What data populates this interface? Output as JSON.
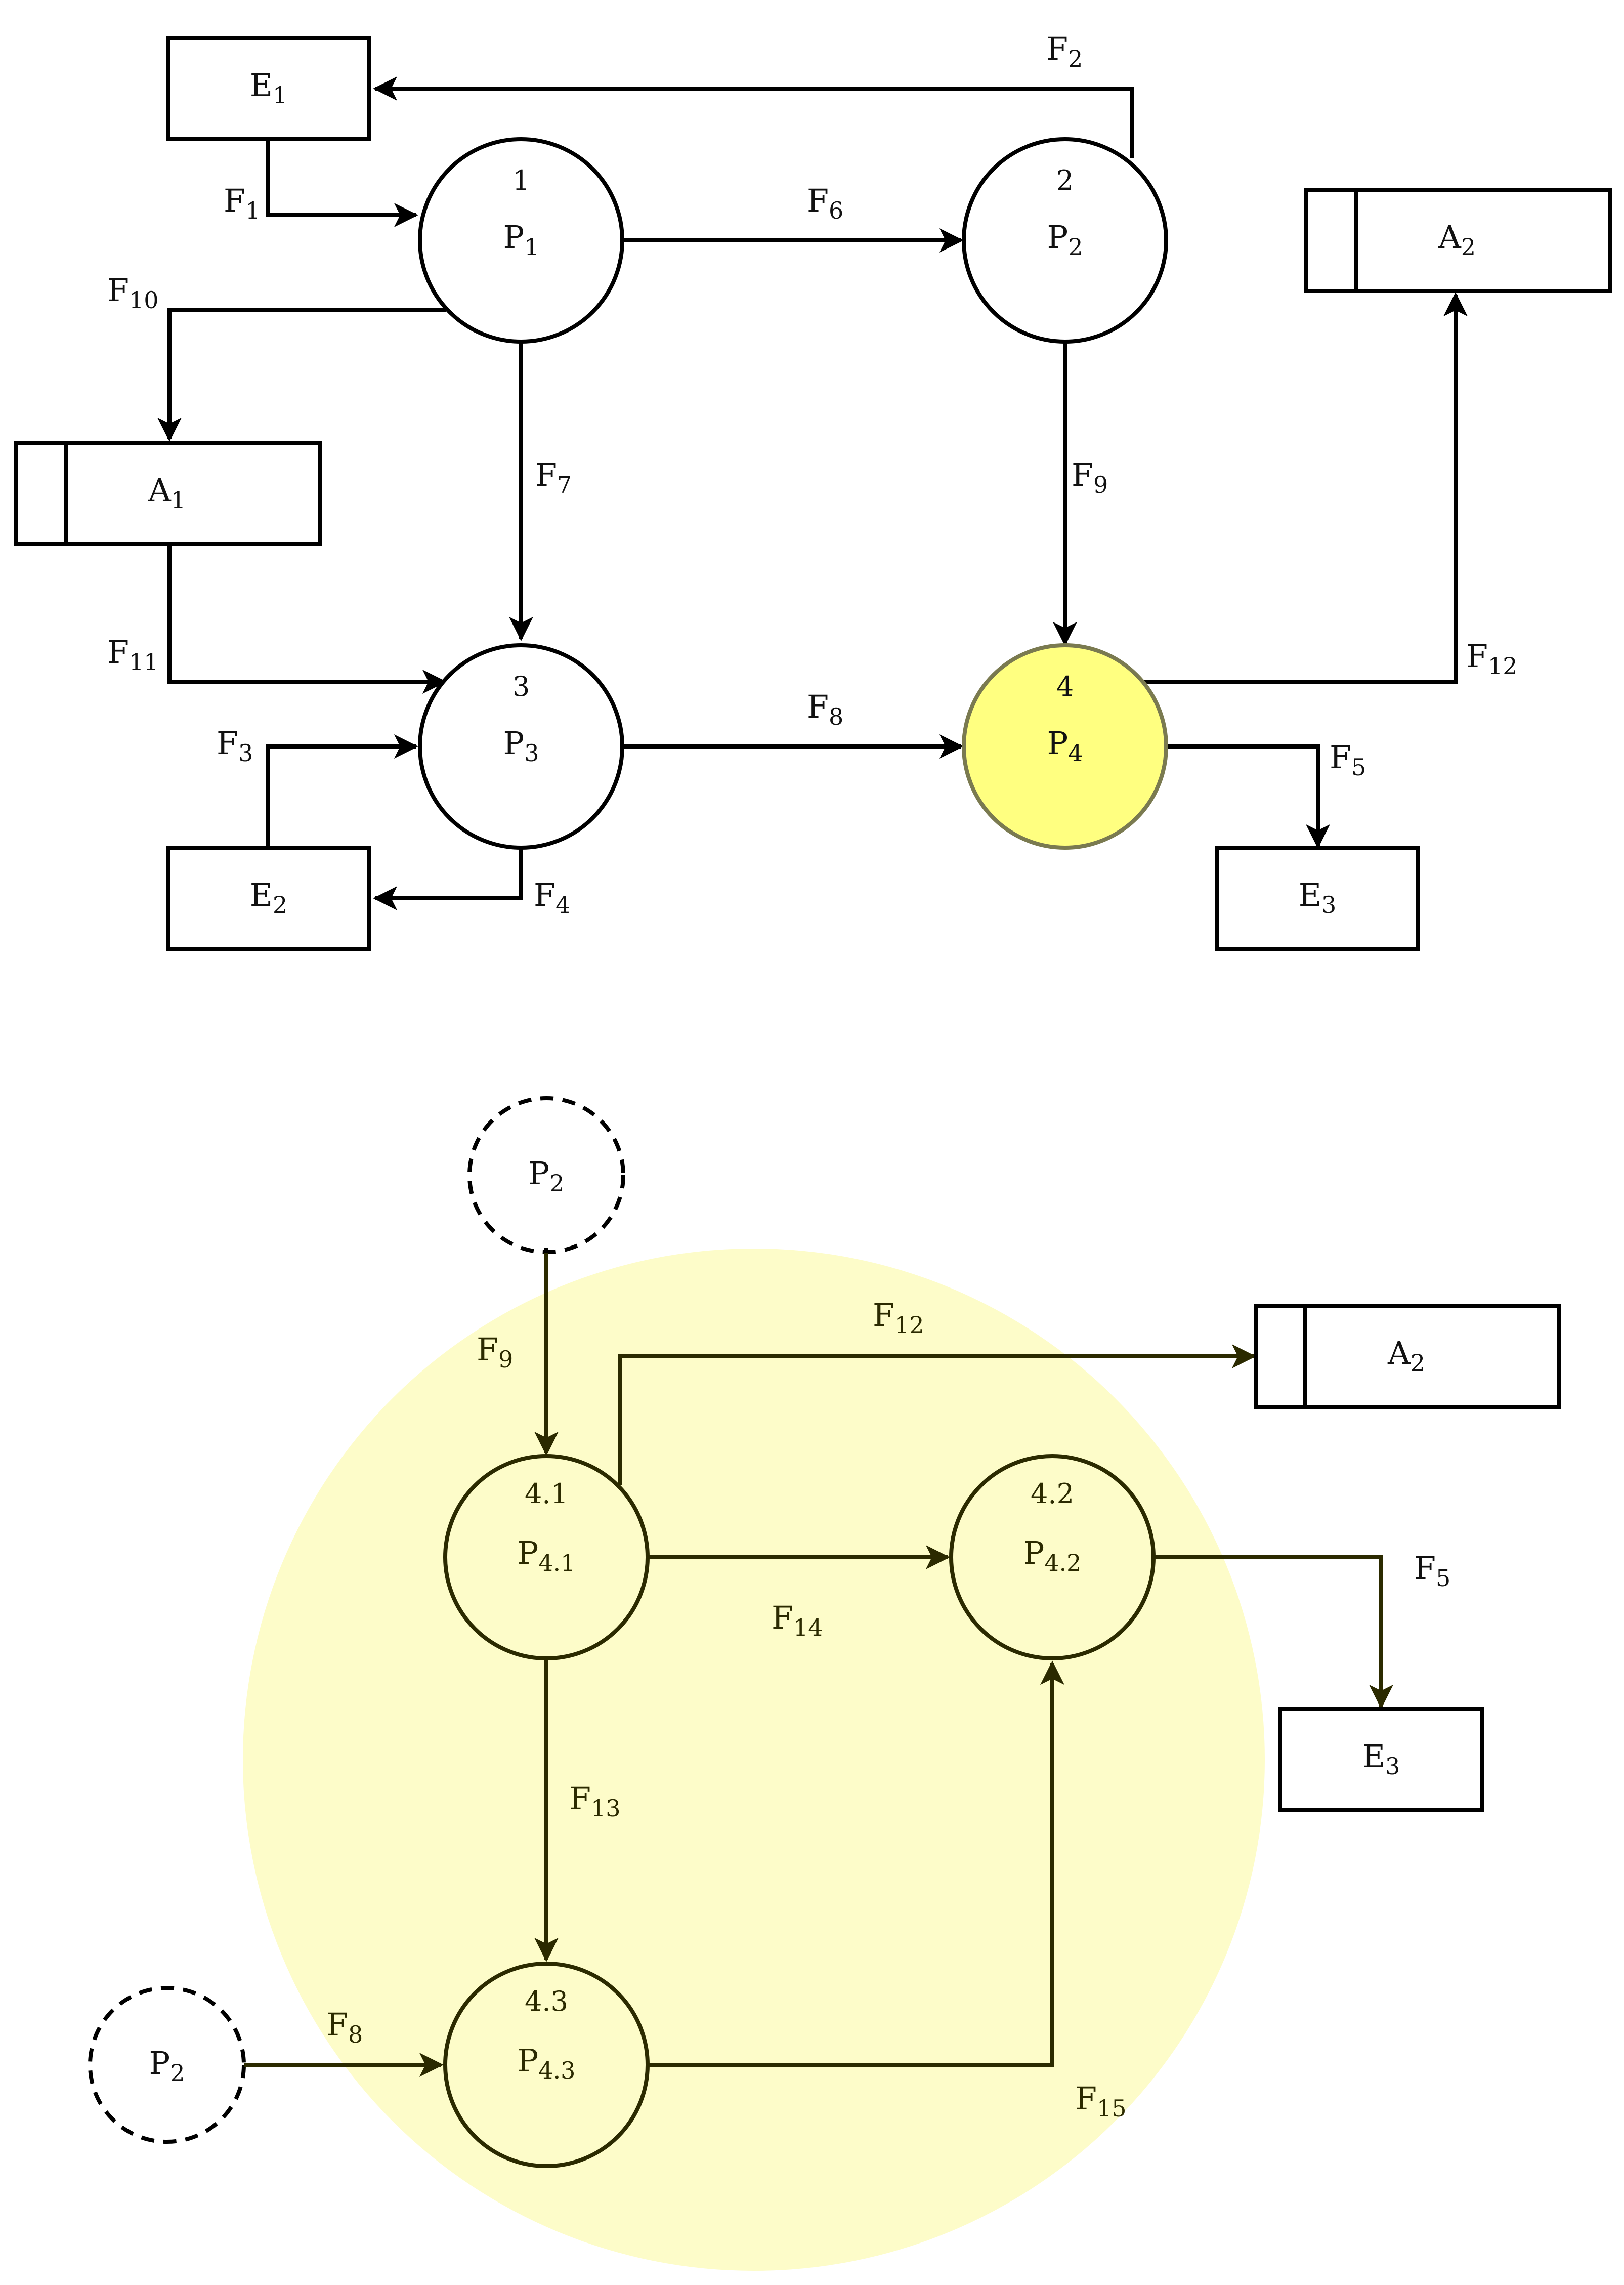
{
  "colors": {
    "highlight": "#ffff80",
    "highlight_stroke": "#7a7a50",
    "zoom_background": "#fdfcc9",
    "dark_olive": "#2b2a00"
  },
  "top": {
    "entities": {
      "e1": {
        "main": "E",
        "sub": "1"
      },
      "e2": {
        "main": "E",
        "sub": "2"
      },
      "e3": {
        "main": "E",
        "sub": "3"
      }
    },
    "stores": {
      "a1": {
        "main": "A",
        "sub": "1"
      },
      "a2": {
        "main": "A",
        "sub": "2"
      }
    },
    "processes": {
      "p1": {
        "number": "1",
        "main": "P",
        "sub": "1"
      },
      "p2": {
        "number": "2",
        "main": "P",
        "sub": "2"
      },
      "p3": {
        "number": "3",
        "main": "P",
        "sub": "3"
      },
      "p4": {
        "number": "4",
        "main": "P",
        "sub": "4"
      }
    },
    "flows": {
      "f1": {
        "main": "F",
        "sub": "1"
      },
      "f2": {
        "main": "F",
        "sub": "2"
      },
      "f3": {
        "main": "F",
        "sub": "3"
      },
      "f4": {
        "main": "F",
        "sub": "4"
      },
      "f5": {
        "main": "F",
        "sub": "5"
      },
      "f6": {
        "main": "F",
        "sub": "6"
      },
      "f7": {
        "main": "F",
        "sub": "7"
      },
      "f8": {
        "main": "F",
        "sub": "8"
      },
      "f9": {
        "main": "F",
        "sub": "9"
      },
      "f10": {
        "main": "F",
        "sub": "10"
      },
      "f11": {
        "main": "F",
        "sub": "11"
      },
      "f12": {
        "main": "F",
        "sub": "12"
      }
    }
  },
  "bottom": {
    "ghosts": {
      "p2_top": {
        "main": "P",
        "sub": "2"
      },
      "p2_left": {
        "main": "P",
        "sub": "2"
      }
    },
    "processes": {
      "p41": {
        "number": "4.1",
        "main": "P",
        "sub": "4.1"
      },
      "p42": {
        "number": "4.2",
        "main": "P",
        "sub": "4.2"
      },
      "p43": {
        "number": "4.3",
        "main": "P",
        "sub": "4.3"
      }
    },
    "store_a2": {
      "main": "A",
      "sub": "2"
    },
    "entity_e3": {
      "main": "E",
      "sub": "3"
    },
    "flows": {
      "f5": {
        "main": "F",
        "sub": "5"
      },
      "f8": {
        "main": "F",
        "sub": "8"
      },
      "f9": {
        "main": "F",
        "sub": "9"
      },
      "f12": {
        "main": "F",
        "sub": "12"
      },
      "f13": {
        "main": "F",
        "sub": "13"
      },
      "f14": {
        "main": "F",
        "sub": "14"
      },
      "f15": {
        "main": "F",
        "sub": "15"
      }
    }
  }
}
